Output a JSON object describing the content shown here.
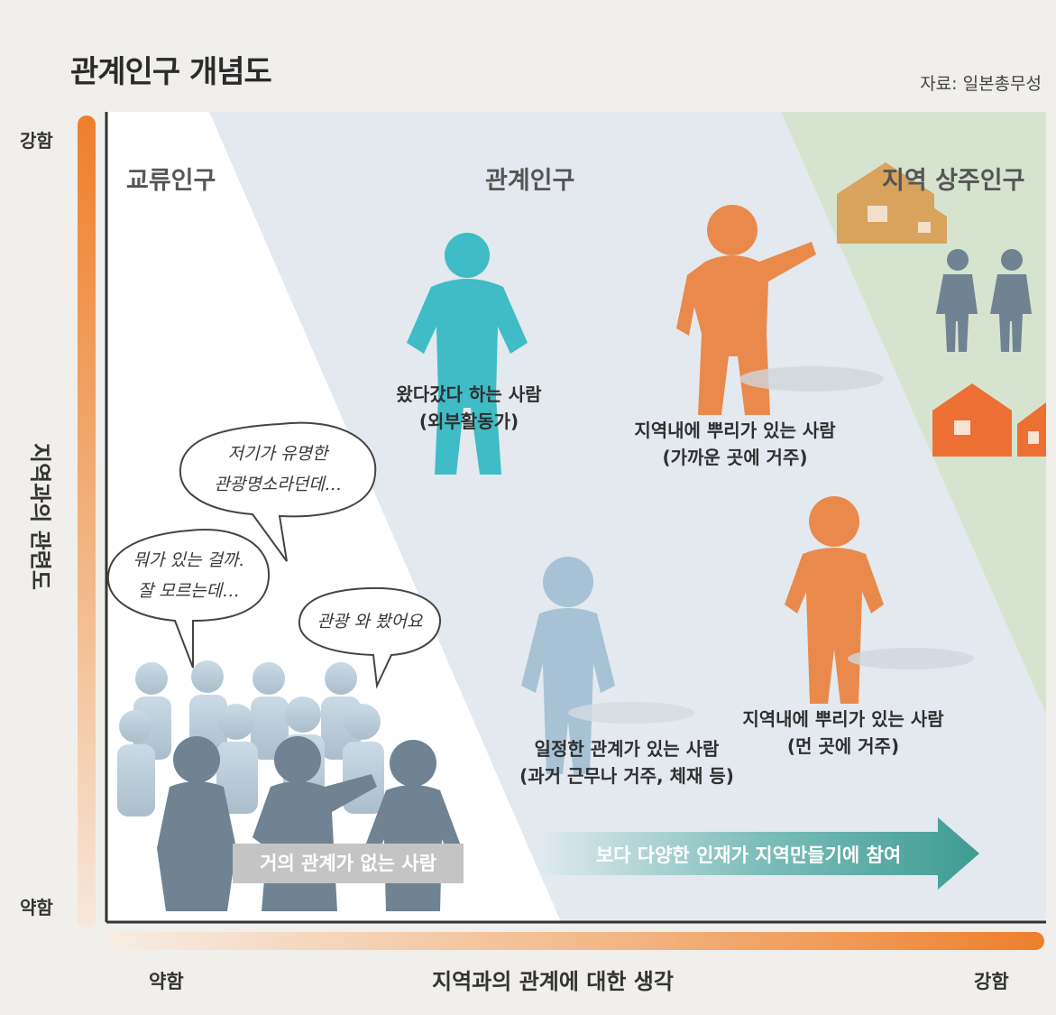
{
  "header": {
    "title": "관계인구 개념도",
    "source": "자료: 일본총무성"
  },
  "axes": {
    "y_title": "지역과의 관련도",
    "y_strong": "강함",
    "y_weak": "약함",
    "x_title": "지역과의 관계에 대한 생각",
    "x_strong": "강함",
    "x_weak": "약함"
  },
  "zones": {
    "exchange": "교류인구",
    "relation": "관계인구",
    "resident": "지역 상주인구"
  },
  "people": {
    "visitor_line1": "왔다갔다 하는 사람",
    "visitor_line2": "(외부활동가)",
    "rooted_near_line1": "지역내에 뿌리가 있는 사람",
    "rooted_near_line2": "(가까운 곳에 거주)",
    "certain_line1": "일정한 관계가 있는 사람",
    "certain_line2": "(과거 근무나 거주, 체재 등)",
    "rooted_far_line1": "지역내에 뿌리가 있는 사람",
    "rooted_far_line2": "(먼 곳에 거주)",
    "none": "거의 관계가 없는 사람"
  },
  "bubbles": {
    "famous_line1": "저기가 유명한",
    "famous_line2": "관광명소라던데…",
    "unknown_line1": "뭐가 있는 걸까.",
    "unknown_line2": "잘 모르는데…",
    "tourism": "관광 와 봤어요"
  },
  "arrow_text": "보다 다양한 인재가 지역만들기에 참여",
  "colors": {
    "orange": "#e98a4c",
    "teal": "#3fbcc6",
    "slate": "#6f8392",
    "light_blue": "#a6c2d4",
    "house_tan": "#d8a35d",
    "house_orange": "#ee6f34",
    "relation_bg": "#e3e9ef",
    "resident_bg": "#d6e4cf"
  }
}
